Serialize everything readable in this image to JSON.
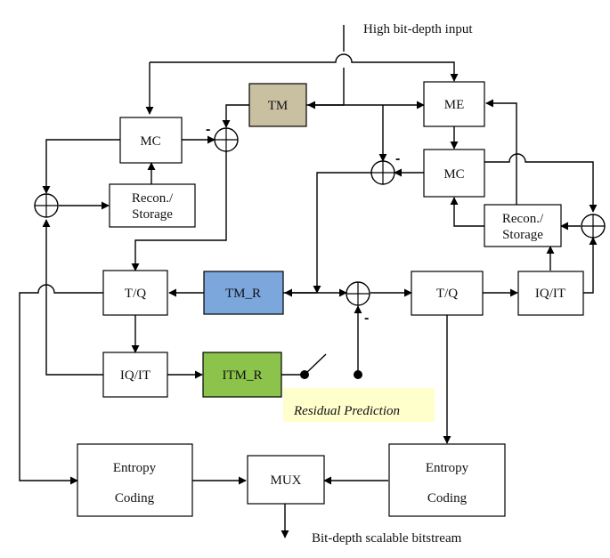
{
  "captions": {
    "input": "High bit-depth input",
    "output": "Bit-depth scalable bitstream",
    "residual": "Residual Prediction"
  },
  "blocks": {
    "tm": "TM",
    "me": "ME",
    "mc_left": "MC",
    "mc_right": "MC",
    "recon_left_1": "Recon./",
    "recon_left_2": "Storage",
    "recon_right_1": "Recon./",
    "recon_right_2": "Storage",
    "tq_left": "T/Q",
    "tq_right": "T/Q",
    "tm_r": "TM_R",
    "iqit_left": "IQ/IT",
    "iqit_right": "IQ/IT",
    "itm_r": "ITM_R",
    "entropy_left_1": "Entropy",
    "entropy_left_2": "Coding",
    "entropy_right_1": "Entropy",
    "entropy_right_2": "Coding",
    "mux": "MUX"
  },
  "signs": {
    "minus": "-"
  },
  "colors": {
    "tm_fill": "#c8c0a0",
    "tm_r_fill": "#7ba7dd",
    "itm_r_fill": "#8cc34a",
    "residual_highlight": "#ffffcc",
    "box_fill": "#ffffff",
    "line": "#000000"
  }
}
